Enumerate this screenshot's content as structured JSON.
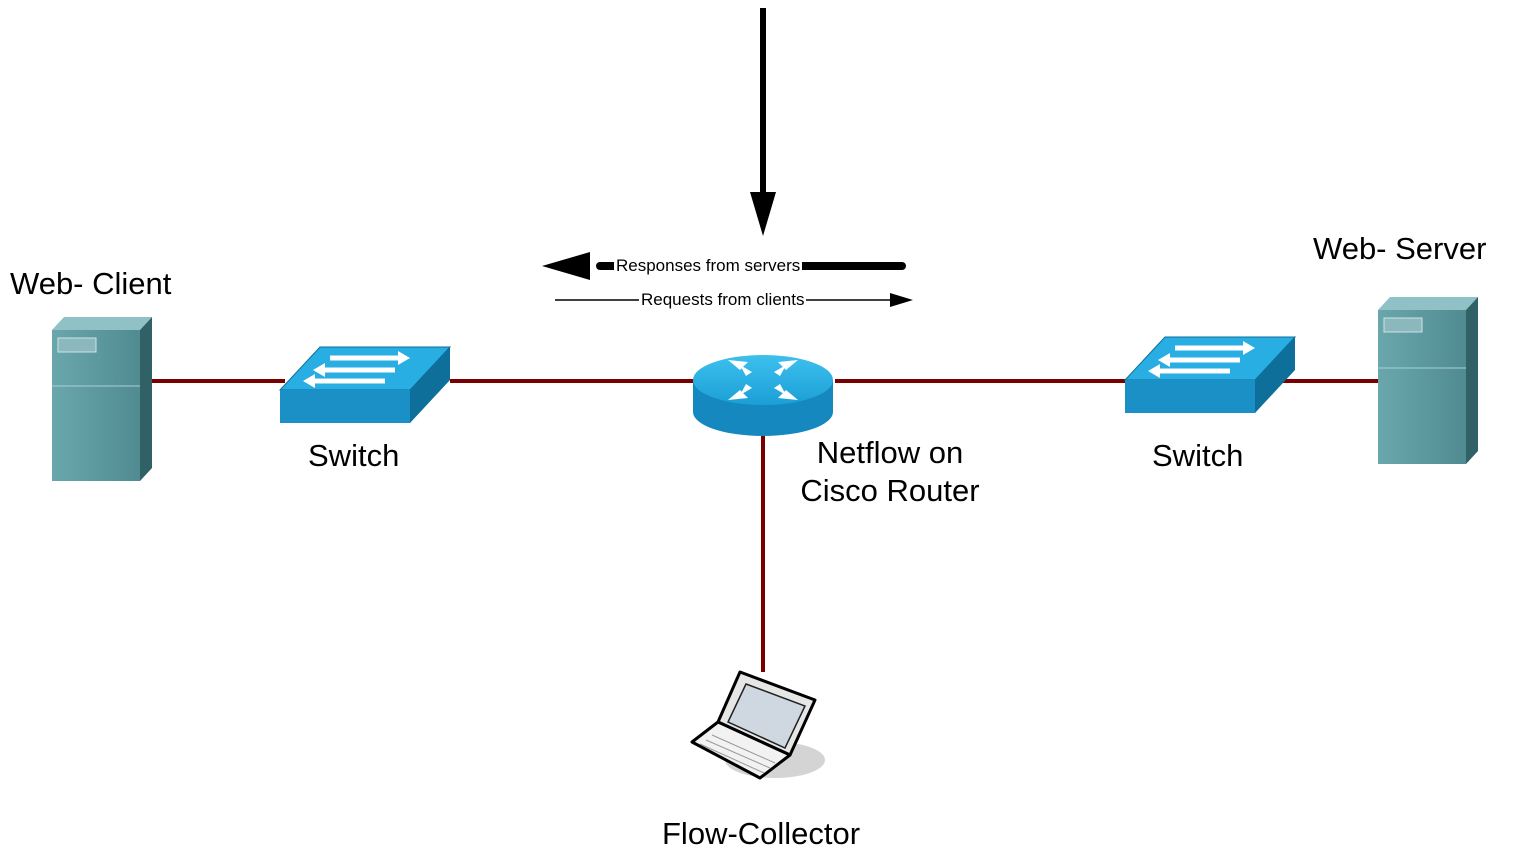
{
  "nodes": {
    "web_client": {
      "label": "Web- Client",
      "icon": "server-tower-icon"
    },
    "switch_left": {
      "label": "Switch",
      "icon": "switch-icon"
    },
    "router": {
      "label_line1": "Netflow on",
      "label_line2": "Cisco Router",
      "icon": "router-icon"
    },
    "switch_right": {
      "label": "Switch",
      "icon": "switch-icon"
    },
    "web_server": {
      "label": "Web- Server",
      "icon": "server-tower-icon"
    },
    "collector": {
      "label": "Flow-Collector",
      "icon": "laptop-icon"
    }
  },
  "flows": {
    "responses": "Responses from servers",
    "requests": "Requests from clients"
  },
  "colors": {
    "link": "#7a0000",
    "device_blue": "#1aa3d9",
    "device_blue_dark": "#0b6f9e",
    "server_teal": "#5b9aa0",
    "server_teal_dark": "#3b6e74"
  }
}
